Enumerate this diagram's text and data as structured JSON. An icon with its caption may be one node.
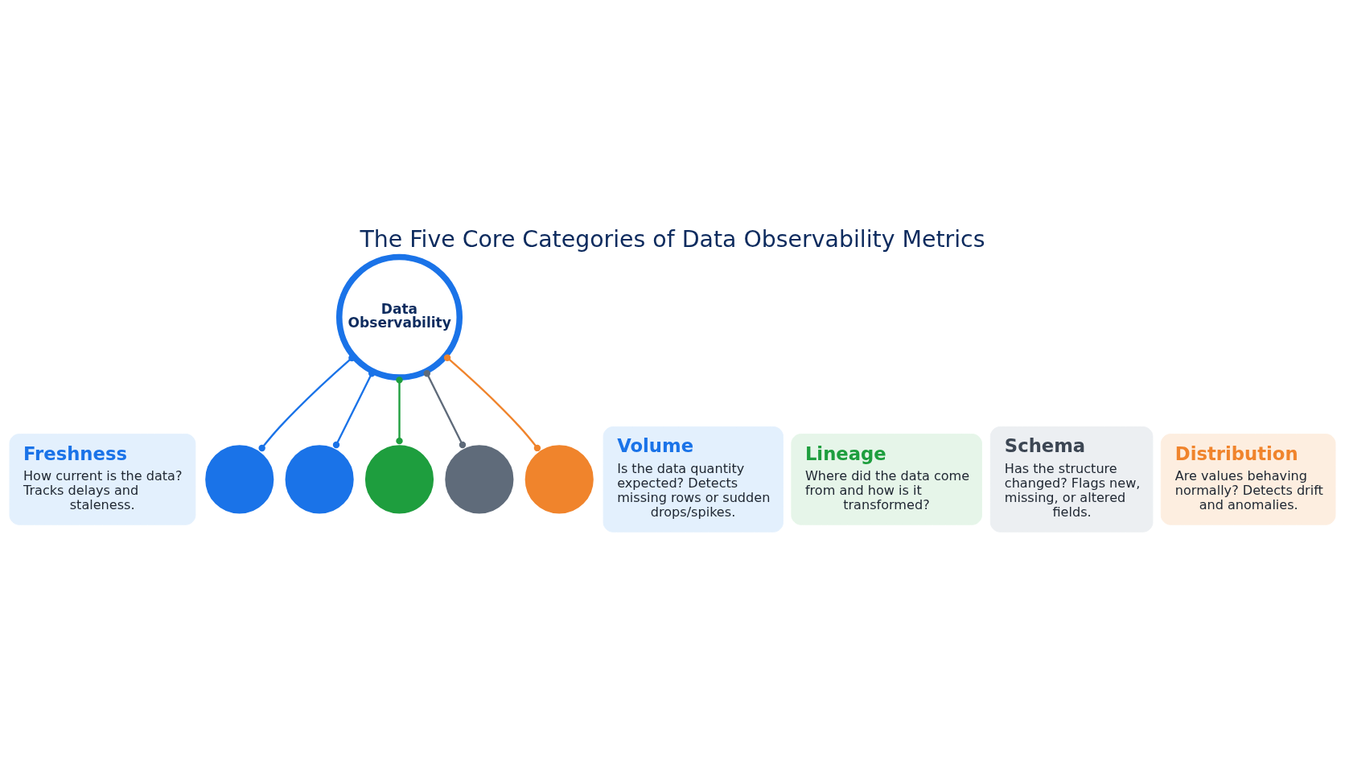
{
  "diagram": {
    "title": "The Five Core Categories of Data Observability Metrics",
    "nodes": [
      {
        "text": [
          "Freshness",
          "How current is the data? Tracks delays and staleness."
        ]
      },
      {
        "text": [],
        "shape": "circle"
      },
      {
        "text": [],
        "shape": "circle"
      },
      {
        "text": [
          "Volume",
          "Is the data quantity expected? Detects missing rows or sudden drops/spikes."
        ]
      },
      {
        "text": [
          "Data Observability"
        ]
      },
      {
        "text": [
          "Lineage",
          "Where did the data come from and how is it transformed?"
        ]
      },
      {
        "text": [],
        "shape": "circle"
      },
      {
        "text": [],
        "shape": "circle"
      },
      {
        "text": [
          "Schema",
          "Has the structure changed? Flags new, missing, or altered fields."
        ]
      },
      {
        "text": [],
        "shape": "circle"
      },
      {
        "text": [
          "Distribution",
          "Are values behaving normally? Detects drift and anomalies."
        ]
      }
    ],
    "edges": [
      {
        "from": 4,
        "to": 1,
        "arrow": "other",
        "color": "#1a73e8"
      },
      {
        "from": 4,
        "to": 2,
        "arrow": "other",
        "color": "#1a73e8"
      },
      {
        "from": 4,
        "to": 6,
        "arrow": "other",
        "color": "#1e9e3e"
      },
      {
        "from": 4,
        "to": 7,
        "arrow": "other",
        "color": "#5f6b7a"
      },
      {
        "from": 4,
        "to": 9,
        "arrow": "other",
        "color": "#f0842c"
      }
    ]
  }
}
